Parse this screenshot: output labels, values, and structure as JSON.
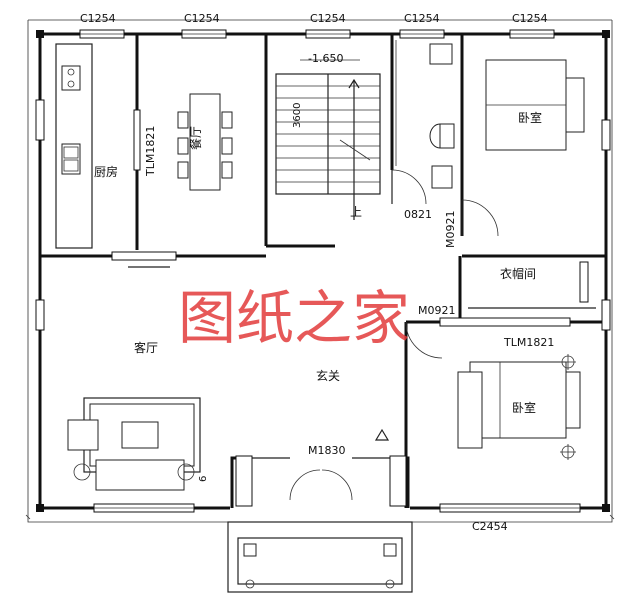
{
  "watermark": "图纸之家",
  "window_labels": {
    "top_1": "C1254",
    "top_2": "C1254",
    "top_3": "C1254",
    "top_4": "C1254",
    "top_5": "C1254",
    "bottom_bedroom": "C2454"
  },
  "door_labels": {
    "kitchen_dining_slide": "TLM1821",
    "bath": "0821",
    "bedroom_1": "M0921",
    "closet": "M0921",
    "bedroom_2_slide": "TLM1821",
    "entrance": "M1830"
  },
  "room_labels": {
    "kitchen": "厨房",
    "dining": "餐厅",
    "living": "客厅",
    "foyer": "玄关",
    "bedroom_1": "卧室",
    "bedroom_2": "卧室",
    "closet": "衣帽间"
  },
  "stair": {
    "elevation": "-1.650",
    "dimension": "3600",
    "direction_label": "上"
  },
  "other_labels": {
    "step_count": "6"
  }
}
